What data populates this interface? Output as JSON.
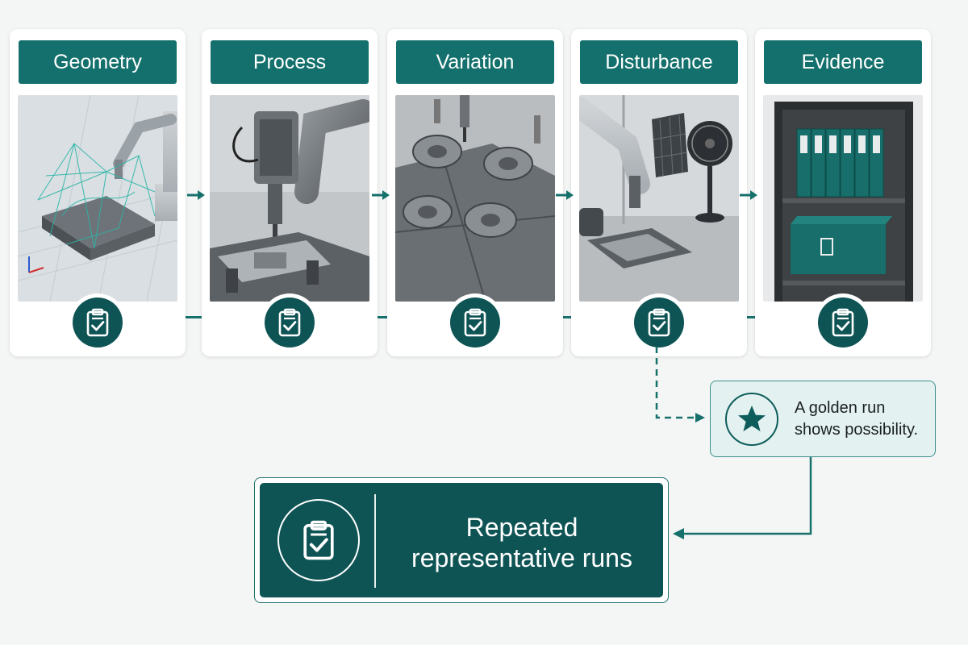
{
  "stages": [
    {
      "id": "geometry",
      "label": "Geometry"
    },
    {
      "id": "process",
      "label": "Process"
    },
    {
      "id": "variation",
      "label": "Variation"
    },
    {
      "id": "disturbance",
      "label": "Disturbance"
    },
    {
      "id": "evidence",
      "label": "Evidence"
    }
  ],
  "callout": {
    "line1": "A golden run",
    "line2": "shows possibility."
  },
  "result": {
    "line1": "Repeated",
    "line2": "representative runs"
  },
  "colors": {
    "header_teal": "#14706c",
    "dark_teal": "#0f5455",
    "callout_fill": "#e3f2f1",
    "connector": "#16716d"
  },
  "icons": {
    "checkpoint": "clipboard-check-icon",
    "callout": "star-icon",
    "result": "clipboard-check-icon"
  }
}
